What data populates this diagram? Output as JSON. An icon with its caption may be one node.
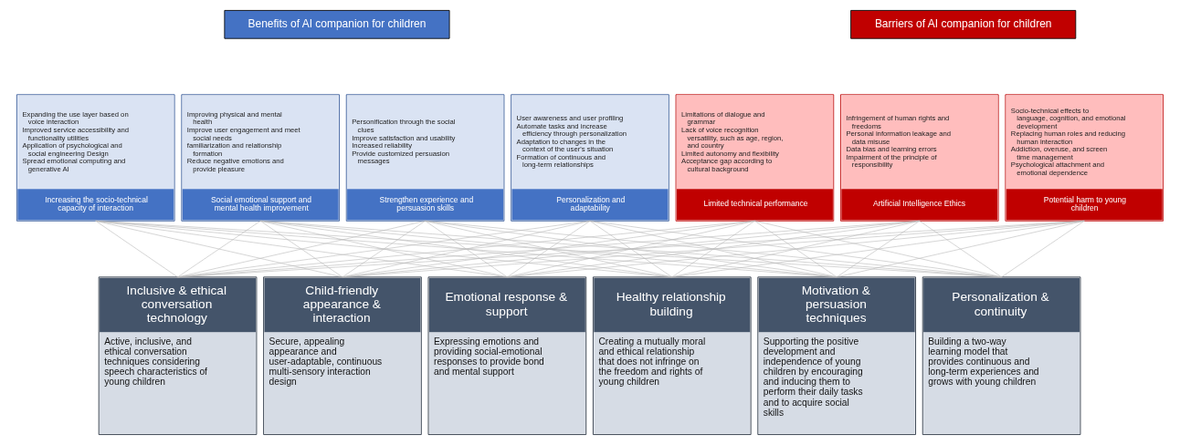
{
  "diagram": {
    "nodes": [
      {
        "text": [
          "Expanding the use layer based on voice interaction",
          "Improved service accessibility and functionality utilities",
          "Application of psychological and social engineering Design",
          "Spread emotional computing and generative AI",
          "Increasing the socio-technical capacity of interaction"
        ]
      },
      {
        "text": [
          "Improving physical and mental health",
          "Improve user engagement and meet social needs",
          "familiarization and relationship formation",
          "Reduce negative emotions and provide pleasure",
          "Social emotional support and mental health improvement"
        ]
      },
      {
        "text": [
          "Personification through the social clues",
          "Improve satisfaction and usability",
          "Increased reliability",
          "Provide customized persuasion messages",
          "Strengthen experience and persuasion skills"
        ]
      },
      {
        "text": [
          "User awareness and user profiling",
          "Automate tasks and increase efficiency through personalization",
          "Adaptation to changes in the context of the user's situation",
          "Formation of continuous and long-term relationships",
          "Personalization and adaptability"
        ]
      },
      {
        "text": [
          "Limitations of dialogue and grammar",
          "Lack of voice recognition versatility, such as age, region, and country",
          "Limited autonomy and flexibility",
          "Acceptance gap according to cultural background",
          "Limited technical performance"
        ]
      },
      {
        "text": [
          "Infringement of human rights and freedoms",
          "Personal information leakage and data misuse",
          "Data bias and learning errors",
          "Impairment of the principle of responsibility",
          "Artificial Intelligence Ethics"
        ]
      },
      {
        "text": [
          "Socio-technical effects to language, cognition, and emotional development",
          "Replacing human roles and reducing human interaction",
          "Addiction, overuse, and screen time management",
          "Psychological attachment and emotional dependence",
          "Potential harm to young children"
        ]
      },
      {
        "text": [
          "Inclusive & ethical conversation technology",
          "Active, inclusive, and ethical conversation techniques considering speech characteristics of young children"
        ]
      },
      {
        "text": [
          "Child-friendly appearance & interaction",
          "Secure, appealing appearance and user-adaptable, continuous multi-sensory interaction design"
        ]
      },
      {
        "text": [
          "Emotional response & support",
          "Expressing emotions and providing social-emotional responses to provide bond and mental support"
        ]
      },
      {
        "text": [
          "Healthy relationship building",
          "Creating a mutually moral and ethical relationship that does not infringe on the freedom and rights of young children"
        ]
      },
      {
        "text": [
          "Motivation & persuasion techniques",
          "Supporting the positive development and independence of young children by encouraging and inducing them to perform their daily tasks and to acquire social skills"
        ]
      },
      {
        "text": [
          "Personalization & continuity",
          "Building a two-way learning model that provides continuous and long-term experiences and grows with young children"
        ]
      }
    ],
    "edges": [
      {
        "from": 0,
        "to": 7,
        "arrow": "none"
      },
      {
        "from": 0,
        "to": 8,
        "arrow": "none"
      },
      {
        "from": 0,
        "to": 9,
        "arrow": "none"
      },
      {
        "from": 0,
        "to": 10,
        "arrow": "none"
      },
      {
        "from": 0,
        "to": 11,
        "arrow": "none"
      },
      {
        "from": 0,
        "to": 12,
        "arrow": "none"
      },
      {
        "from": 1,
        "to": 7,
        "arrow": "none"
      },
      {
        "from": 1,
        "to": 8,
        "arrow": "none"
      },
      {
        "from": 1,
        "to": 9,
        "arrow": "none"
      },
      {
        "from": 1,
        "to": 10,
        "arrow": "none"
      },
      {
        "from": 1,
        "to": 11,
        "arrow": "none"
      },
      {
        "from": 1,
        "to": 12,
        "arrow": "none"
      },
      {
        "from": 2,
        "to": 7,
        "arrow": "none"
      },
      {
        "from": 2,
        "to": 8,
        "arrow": "none"
      },
      {
        "from": 2,
        "to": 9,
        "arrow": "none"
      },
      {
        "from": 2,
        "to": 10,
        "arrow": "none"
      },
      {
        "from": 2,
        "to": 11,
        "arrow": "none"
      },
      {
        "from": 2,
        "to": 12,
        "arrow": "none"
      },
      {
        "from": 3,
        "to": 7,
        "arrow": "none"
      },
      {
        "from": 3,
        "to": 8,
        "arrow": "none"
      },
      {
        "from": 3,
        "to": 9,
        "arrow": "none"
      },
      {
        "from": 3,
        "to": 10,
        "arrow": "none"
      },
      {
        "from": 3,
        "to": 11,
        "arrow": "none"
      },
      {
        "from": 3,
        "to": 12,
        "arrow": "none"
      },
      {
        "from": 4,
        "to": 7,
        "arrow": "none"
      },
      {
        "from": 4,
        "to": 8,
        "arrow": "none"
      },
      {
        "from": 4,
        "to": 9,
        "arrow": "none"
      },
      {
        "from": 4,
        "to": 10,
        "arrow": "none"
      },
      {
        "from": 4,
        "to": 11,
        "arrow": "none"
      },
      {
        "from": 4,
        "to": 12,
        "arrow": "none"
      },
      {
        "from": 5,
        "to": 7,
        "arrow": "none"
      },
      {
        "from": 5,
        "to": 8,
        "arrow": "none"
      },
      {
        "from": 5,
        "to": 9,
        "arrow": "none"
      },
      {
        "from": 5,
        "to": 10,
        "arrow": "none"
      },
      {
        "from": 5,
        "to": 11,
        "arrow": "none"
      },
      {
        "from": 5,
        "to": 12,
        "arrow": "none"
      },
      {
        "from": 6,
        "to": 7,
        "arrow": "none"
      },
      {
        "from": 6,
        "to": 8,
        "arrow": "none"
      },
      {
        "from": 6,
        "to": 9,
        "arrow": "none"
      },
      {
        "from": 6,
        "to": 10,
        "arrow": "none"
      },
      {
        "from": 6,
        "to": 11,
        "arrow": "none"
      },
      {
        "from": 6,
        "to": 12,
        "arrow": "none"
      }
    ],
    "labels": [
      "Benefits of AI companion for children",
      "Barriers of AI companion for children"
    ]
  }
}
